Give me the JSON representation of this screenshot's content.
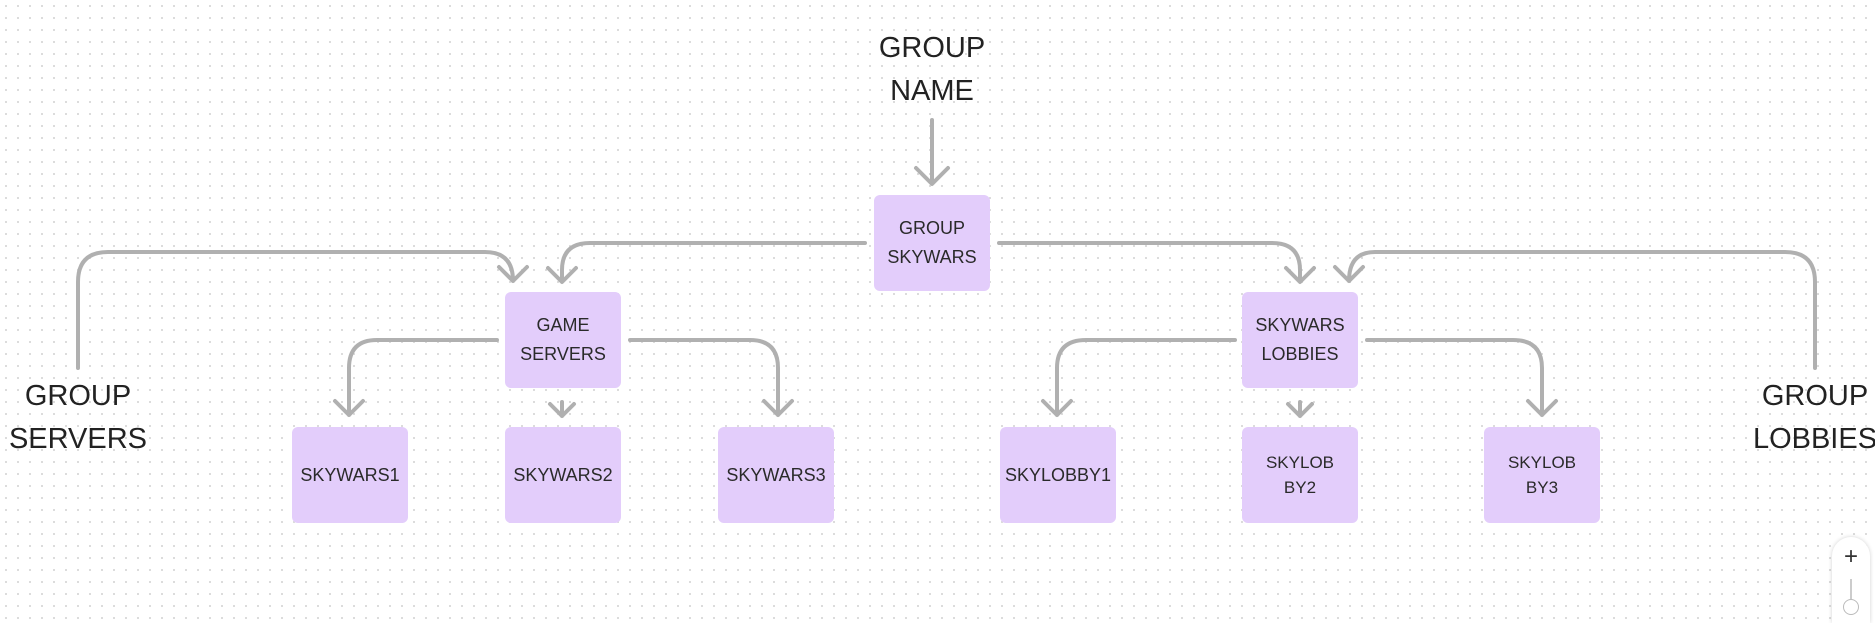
{
  "labels": {
    "group_name": "GROUP\nNAME",
    "group_servers": "GROUP\nSERVERS",
    "group_lobbies": "GROUP\nLOBBIES"
  },
  "nodes": {
    "group_skywars": "GROUP\nSKYWARS",
    "game_servers": "GAME\nSERVERS",
    "skywars_lobbies": "SKYWARS\nLOBBIES",
    "skywars1": "SKYWARS1",
    "skywars2": "SKYWARS2",
    "skywars3": "SKYWARS3",
    "skylobby1": "SKYLOBBY1",
    "skylobby2": "SKYLOB\nBY2",
    "skylobby3": "SKYLOB\nBY3"
  },
  "zoom": {
    "plus_label": "+"
  },
  "colors": {
    "node_fill": "#e3cdfb",
    "connector": "#b0b0b0",
    "text": "#222222"
  }
}
